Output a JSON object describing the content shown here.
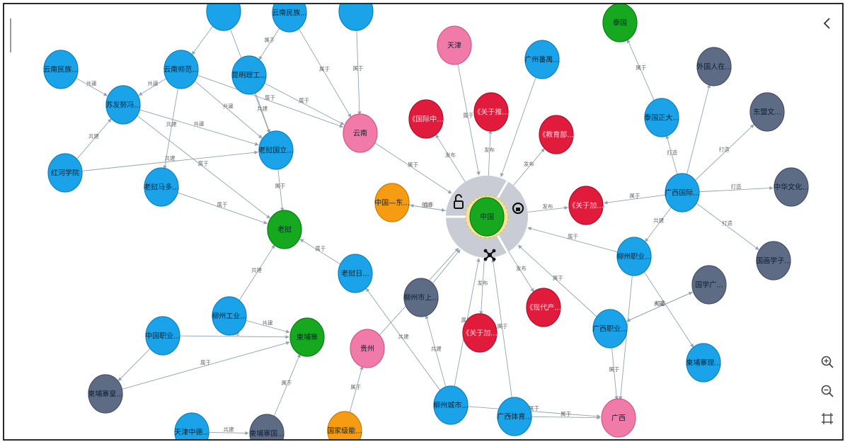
{
  "colors": {
    "blue": "#1aa3e8",
    "pink": "#f07aa8",
    "red": "#e01b3c",
    "green": "#16a81e",
    "orange": "#f59c12",
    "slate": "#5e6b85",
    "edge": "#8fa3b5",
    "hub_ring": "#c9ccd4",
    "hub_inner": "#f3e39b"
  },
  "icons": {
    "collapse": "chevron-left-icon",
    "zoom_in": "zoom-in-icon",
    "zoom_out": "zoom-out-icon",
    "fit": "fit-screen-icon"
  },
  "hub": {
    "node": "zhongguo",
    "menu_icons": [
      "unlock-icon",
      "lock-icon",
      "network-icon"
    ]
  },
  "nodes": [
    {
      "id": "zhongguo",
      "label": "中国",
      "color": "green"
    },
    {
      "id": "tianjin",
      "label": "天津",
      "color": "pink"
    },
    {
      "id": "yunnan",
      "label": "云南",
      "color": "pink"
    },
    {
      "id": "guizhou",
      "label": "贵州",
      "color": "pink"
    },
    {
      "id": "guangxi",
      "label": "广西",
      "color": "pink"
    },
    {
      "id": "zg_dong",
      "label": "中国—东...",
      "color": "orange"
    },
    {
      "id": "guojia",
      "label": "国家级能...",
      "color": "orange"
    },
    {
      "id": "laowo",
      "label": "老挝",
      "color": "green"
    },
    {
      "id": "jianpuzhai",
      "label": "柬埔寨",
      "color": "green"
    },
    {
      "id": "taiguo",
      "label": "泰国",
      "color": "green"
    },
    {
      "id": "gjj_zhong",
      "label": "《国际中...",
      "color": "red"
    },
    {
      "id": "guanyuli",
      "label": "《关于推...",
      "color": "red"
    },
    {
      "id": "jiaoyu",
      "label": "《教育部...",
      "color": "red"
    },
    {
      "id": "gaiguanyu",
      "label": "《关于加...",
      "color": "red"
    },
    {
      "id": "xiandai",
      "label": "《现代产...",
      "color": "red"
    },
    {
      "id": "guanjia",
      "label": "《关于加...",
      "color": "red"
    },
    {
      "id": "t_tl",
      "label": "",
      "color": "blue"
    },
    {
      "id": "t_top1",
      "label": "云南民族...",
      "color": "blue"
    },
    {
      "id": "t_top2",
      "label": "",
      "color": "blue"
    },
    {
      "id": "yn_minzu",
      "label": "云南民族...",
      "color": "blue"
    },
    {
      "id": "yn_shifan",
      "label": "云南师范...",
      "color": "blue"
    },
    {
      "id": "yn_ligong",
      "label": "昆明理工...",
      "color": "blue"
    },
    {
      "id": "sufanu",
      "label": "苏发努冯...",
      "color": "blue"
    },
    {
      "id": "laowo_guoli",
      "label": "老挝国立...",
      "color": "blue"
    },
    {
      "id": "honghe",
      "label": "红河学院",
      "color": "blue"
    },
    {
      "id": "laowo_ma",
      "label": "老挝马多...",
      "color": "blue"
    },
    {
      "id": "laowo_ribian",
      "label": "老挝日...",
      "color": "blue"
    },
    {
      "id": "gz_zhiye",
      "label": "广州番禺...",
      "color": "blue"
    },
    {
      "id": "yx_gonye",
      "label": "柳州工业...",
      "color": "blue"
    },
    {
      "id": "zhongguo_yi",
      "label": "中国职业...",
      "color": "blue"
    },
    {
      "id": "liuzhou_shi",
      "label": "柳州城市...",
      "color": "blue"
    },
    {
      "id": "gx_tiyu",
      "label": "广西体育...",
      "color": "blue"
    },
    {
      "id": "tianjin_zhong",
      "label": "天津中德...",
      "color": "blue"
    },
    {
      "id": "taiguo_sanda",
      "label": "泰国正大...",
      "color": "blue"
    },
    {
      "id": "gx_guoji",
      "label": "广西国际...",
      "color": "blue"
    },
    {
      "id": "liuzhou_zhiye",
      "label": "柳州职业...",
      "color": "blue"
    },
    {
      "id": "gx_zhiye",
      "label": "广西职业...",
      "color": "blue"
    },
    {
      "id": "jianpuzhai_ci",
      "label": "柬埔寨理...",
      "color": "blue"
    },
    {
      "id": "liuzhou_shang",
      "label": "柳州市上...",
      "color": "slate"
    },
    {
      "id": "jpz_huang",
      "label": "柬埔寨皇...",
      "color": "slate"
    },
    {
      "id": "jpz_guo",
      "label": "柬埔寨国...",
      "color": "slate"
    },
    {
      "id": "waiguoren",
      "label": "外国人在...",
      "color": "slate"
    },
    {
      "id": "dongmeng",
      "label": "东盟文...",
      "color": "slate"
    },
    {
      "id": "zhonghua",
      "label": "中华文化...",
      "color": "slate"
    },
    {
      "id": "guoxue",
      "label": "国学广...",
      "color": "slate"
    },
    {
      "id": "guoxue_zi",
      "label": "国画学子...",
      "color": "slate"
    }
  ],
  "edges": [
    {
      "from": "yn_minzu",
      "to": "sufanu",
      "label": "共建"
    },
    {
      "from": "yn_shifan",
      "to": "sufanu",
      "label": "共建"
    },
    {
      "from": "honghe",
      "to": "sufanu",
      "label": "共建"
    },
    {
      "from": "t_tl",
      "to": "yn_shifan",
      "label": ""
    },
    {
      "from": "t_tl",
      "to": "laowo_guoli",
      "label": ""
    },
    {
      "from": "t_top1",
      "to": "yn_ligong",
      "label": "属于"
    },
    {
      "from": "t_top1",
      "to": "yunnan",
      "label": "属于"
    },
    {
      "from": "t_top2",
      "to": "yunnan",
      "label": "属于"
    },
    {
      "from": "yn_shifan",
      "to": "laowo_guoli",
      "label": "共建"
    },
    {
      "from": "yn_shifan",
      "to": "laowo_ma",
      "label": "共建"
    },
    {
      "from": "yn_shifan",
      "to": "yunnan",
      "label": "属于"
    },
    {
      "from": "yn_ligong",
      "to": "laowo_guoli",
      "label": "共建"
    },
    {
      "from": "yn_ligong",
      "to": "yunnan",
      "label": "属于"
    },
    {
      "from": "sufanu",
      "to": "laowo_guoli",
      "label": "共建"
    },
    {
      "from": "sufanu",
      "to": "laowo",
      "label": "属于"
    },
    {
      "from": "honghe",
      "to": "laowo_guoli",
      "label": "共建"
    },
    {
      "from": "laowo_guoli",
      "to": "laowo",
      "label": "属于"
    },
    {
      "from": "laowo_ma",
      "to": "laowo",
      "label": "属于"
    },
    {
      "from": "laowo_ribian",
      "to": "laowo",
      "label": "属于"
    },
    {
      "from": "yunnan",
      "to": "zhongguo",
      "label": "属于"
    },
    {
      "from": "tianjin",
      "to": "zhongguo",
      "label": "属于"
    },
    {
      "from": "gz_zhiye",
      "to": "zhongguo",
      "label": ""
    },
    {
      "from": "zhongguo",
      "to": "gjj_zhong",
      "label": "发布"
    },
    {
      "from": "zhongguo",
      "to": "guanyuli",
      "label": "发布"
    },
    {
      "from": "zhongguo",
      "to": "jiaoyu",
      "label": "发布"
    },
    {
      "from": "zhongguo",
      "to": "guanjia",
      "label": "发布"
    },
    {
      "from": "zhongguo",
      "to": "zg_dong",
      "label": "合作"
    },
    {
      "from": "zhongguo",
      "to": "xiandai",
      "label": "发布"
    },
    {
      "from": "zhongguo",
      "to": "gaiguanyu",
      "label": "发布"
    },
    {
      "from": "zg_dong",
      "to": "zhongguo",
      "label": "创设"
    },
    {
      "from": "yx_gonye",
      "to": "laowo",
      "label": "共建"
    },
    {
      "from": "yx_gonye",
      "to": "jianpuzhai",
      "label": "共建"
    },
    {
      "from": "zhongguo_yi",
      "to": "jianpuzhai",
      "label": "共建"
    },
    {
      "from": "zhongguo_yi",
      "to": "jpz_huang",
      "label": ""
    },
    {
      "from": "jpz_huang",
      "to": "jianpuzhai",
      "label": "属于"
    },
    {
      "from": "jpz_guo",
      "to": "jianpuzhai",
      "label": "属于"
    },
    {
      "from": "tianjin_zhong",
      "to": "jpz_guo",
      "label": "共建"
    },
    {
      "from": "guizhou",
      "to": "zhongguo",
      "label": "属于"
    },
    {
      "from": "guojia",
      "to": "guizhou",
      "label": "属于"
    },
    {
      "from": "liuzhou_shi",
      "to": "liuzhou_shang",
      "label": "共建"
    },
    {
      "from": "liuzhou_shi",
      "to": "laowo_ribian",
      "label": "共建"
    },
    {
      "from": "liuzhou_shi",
      "to": "zhongguo",
      "label": "属于"
    },
    {
      "from": "liuzhou_shi",
      "to": "guangxi",
      "label": "属于"
    },
    {
      "from": "gx_tiyu",
      "to": "guangxi",
      "label": "属于"
    },
    {
      "from": "gx_tiyu",
      "to": "zhongguo",
      "label": "属于"
    },
    {
      "from": "liuzhou_shang",
      "to": "zhongguo",
      "label": ""
    },
    {
      "from": "gx_zhiye",
      "to": "zhongguo",
      "label": "属于"
    },
    {
      "from": "gx_zhiye",
      "to": "guangxi",
      "label": "属于"
    },
    {
      "from": "gx_zhiye",
      "to": "guoxue",
      "label": "共建"
    },
    {
      "from": "liuzhou_zhiye",
      "to": "zhongguo",
      "label": "属于"
    },
    {
      "from": "liuzhou_zhiye",
      "to": "guangxi",
      "label": ""
    },
    {
      "from": "liuzhou_zhiye",
      "to": "jianpuzhai_ci",
      "label": ""
    },
    {
      "from": "gx_guoji",
      "to": "guanjia",
      "label": "属于"
    },
    {
      "from": "gx_guoji",
      "to": "dongmeng",
      "label": "打造"
    },
    {
      "from": "gx_guoji",
      "to": "zhonghua",
      "label": "打造"
    },
    {
      "from": "gx_guoji",
      "to": "guoxue_zi",
      "label": "打造"
    },
    {
      "from": "gx_guoji",
      "to": "waiguoren",
      "label": ""
    },
    {
      "from": "gx_guoji",
      "to": "liuzhou_zhiye",
      "label": "共建"
    },
    {
      "from": "taiguo_sanda",
      "to": "taiguo",
      "label": "属于"
    },
    {
      "from": "gx_guoji",
      "to": "taiguo_sanda",
      "label": "打造"
    },
    {
      "from": "guoxue",
      "to": "gx_zhiye",
      "label": "打造"
    }
  ]
}
